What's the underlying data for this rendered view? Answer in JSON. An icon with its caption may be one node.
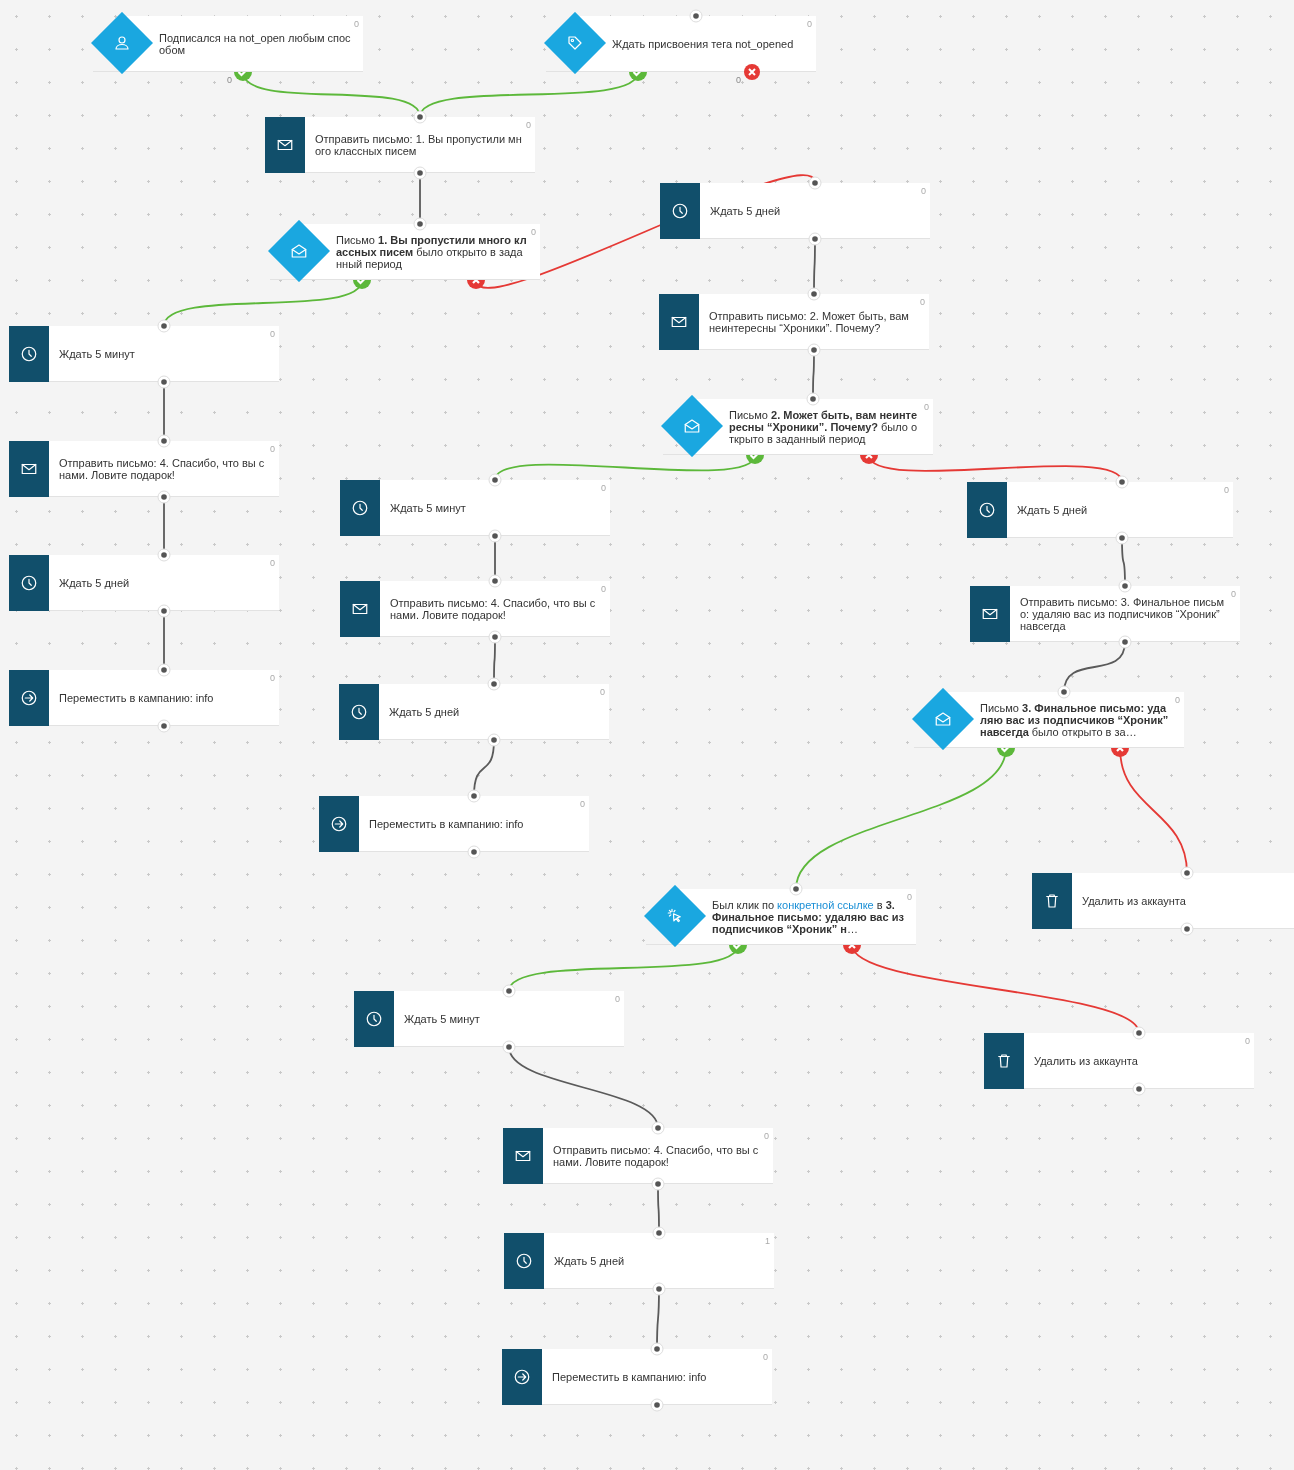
{
  "diagram": {
    "nodes": [
      {
        "text": [
          "Подписался на not_open любым способом",
          "0"
        ],
        "beside": [
          "0"
        ]
      },
      {
        "text": [
          "Ждать присвоения тега not_opened",
          "0"
        ],
        "beside": [
          "0"
        ]
      },
      {
        "text": [
          "Отправить письмо: 1. Вы пропустили много классных писем",
          "0"
        ]
      },
      {
        "text": [
          "Письмо **1. Вы пропустили много классных писем** было открыто в заданный период",
          "0"
        ]
      },
      {
        "text": [
          "Ждать 5 дней",
          "0"
        ]
      },
      {
        "text": [
          "Ждать 5 минут",
          "0"
        ]
      },
      {
        "text": [
          "Отправить письмо: 2. Может быть, вам неинтересны “Хроники”. Почему?",
          "0"
        ]
      },
      {
        "text": [
          "Письмо **2. Может быть, вам неинтересны “Хроники”. Почему?** было открыто в заданный период",
          "0"
        ]
      },
      {
        "text": [
          "Отправить письмо: 4. Спасибо, что вы с нами. Ловите подарок!",
          "0"
        ]
      },
      {
        "text": [
          "Ждать 5 минут",
          "0"
        ]
      },
      {
        "text": [
          "Ждать 5 дней",
          "0"
        ]
      },
      {
        "text": [
          "Ждать 5 дней",
          "0"
        ]
      },
      {
        "text": [
          "Отправить письмо: 4. Спасибо, что вы с нами. Ловите подарок!",
          "0"
        ]
      },
      {
        "text": [
          "Отправить письмо: 3. Финальное письмо: удаляю вас из подписчиков “Хроник” навсегда",
          "0"
        ]
      },
      {
        "text": [
          "Переместить в кампанию: info",
          "0"
        ]
      },
      {
        "text": [
          "Ждать 5 дней",
          "0"
        ]
      },
      {
        "text": [
          "Письмо **3. Финальное письмо: удаляю вас из подписчиков “Хроник” навсегда** было открыто в за…",
          "0"
        ]
      },
      {
        "text": [
          "Переместить в кампанию: info",
          "0"
        ]
      },
      {
        "text": [
          "Был клик по *конкретной ссылке* в **3. Финальное письмо: удаляю вас из подписчиков “Хроник” н**…",
          "0"
        ]
      },
      {
        "text": [
          "Удалить из аккаунта"
        ]
      },
      {
        "text": [
          "Ждать 5 минут",
          "0"
        ]
      },
      {
        "text": [
          "Удалить из аккаунта",
          "0"
        ]
      },
      {
        "text": [
          "Отправить письмо: 4. Спасибо, что вы с нами. Ловите подарок!",
          "0"
        ]
      },
      {
        "text": [
          "Ждать 5 дней",
          "1"
        ]
      },
      {
        "text": [
          "Переместить в кампанию: info",
          "0"
        ]
      }
    ],
    "edges": [
      {
        "from": 0,
        "to": 2,
        "arrow": "other",
        "color": "#5cb83a"
      },
      {
        "from": 1,
        "to": 2,
        "arrow": "other",
        "color": "#5cb83a"
      },
      {
        "from": 2,
        "to": 3,
        "arrow": "none"
      },
      {
        "from": 3,
        "to": 5,
        "arrow": "other",
        "color": "#5cb83a"
      },
      {
        "from": 3,
        "to": 4,
        "arrow": "other",
        "color": "#e53935"
      },
      {
        "from": 4,
        "to": 6,
        "arrow": "none"
      },
      {
        "from": 6,
        "to": 7,
        "arrow": "none"
      },
      {
        "from": 5,
        "to": 8,
        "arrow": "none"
      },
      {
        "from": 7,
        "to": 9,
        "arrow": "other",
        "color": "#5cb83a"
      },
      {
        "from": 7,
        "to": 10,
        "arrow": "other",
        "color": "#e53935"
      },
      {
        "from": 8,
        "to": 11,
        "arrow": "none"
      },
      {
        "from": 9,
        "to": 12,
        "arrow": "none"
      },
      {
        "from": 10,
        "to": 13,
        "arrow": "none"
      },
      {
        "from": 11,
        "to": 14,
        "arrow": "none"
      },
      {
        "from": 12,
        "to": 15,
        "arrow": "none"
      },
      {
        "from": 13,
        "to": 16,
        "arrow": "none"
      },
      {
        "from": 15,
        "to": 17,
        "arrow": "none"
      },
      {
        "from": 16,
        "to": 18,
        "arrow": "other",
        "color": "#5cb83a"
      },
      {
        "from": 16,
        "to": 19,
        "arrow": "other",
        "color": "#e53935"
      },
      {
        "from": 18,
        "to": 20,
        "arrow": "other",
        "color": "#5cb83a"
      },
      {
        "from": 18,
        "to": 21,
        "arrow": "other",
        "color": "#e53935"
      },
      {
        "from": 20,
        "to": 22,
        "arrow": "none"
      },
      {
        "from": 22,
        "to": 23,
        "arrow": "none"
      },
      {
        "from": 23,
        "to": 24,
        "arrow": "none"
      }
    ]
  }
}
